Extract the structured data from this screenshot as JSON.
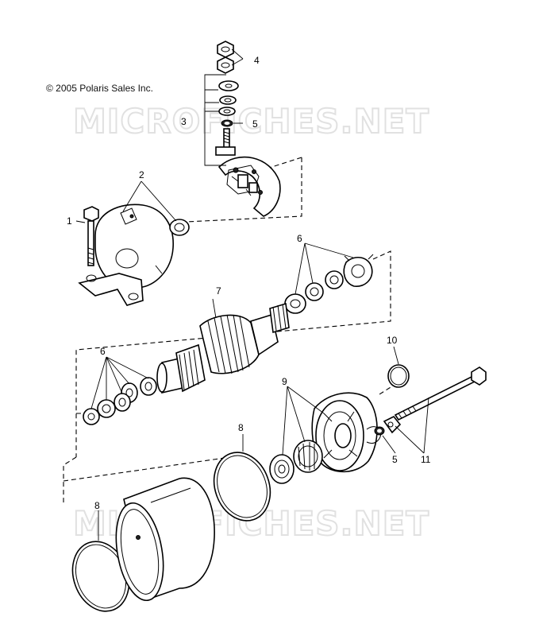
{
  "copyright": "© 2005 Polaris Sales Inc.",
  "watermark": "MICROFICHES.NET",
  "callouts": {
    "c1": "1",
    "c2": "2",
    "c3": "3",
    "c4": "4",
    "c5a": "5",
    "c5b": "5",
    "c6a": "6",
    "c6b": "6",
    "c7": "7",
    "c8a": "8",
    "c8b": "8",
    "c9": "9",
    "c10": "10",
    "c11": "11"
  }
}
